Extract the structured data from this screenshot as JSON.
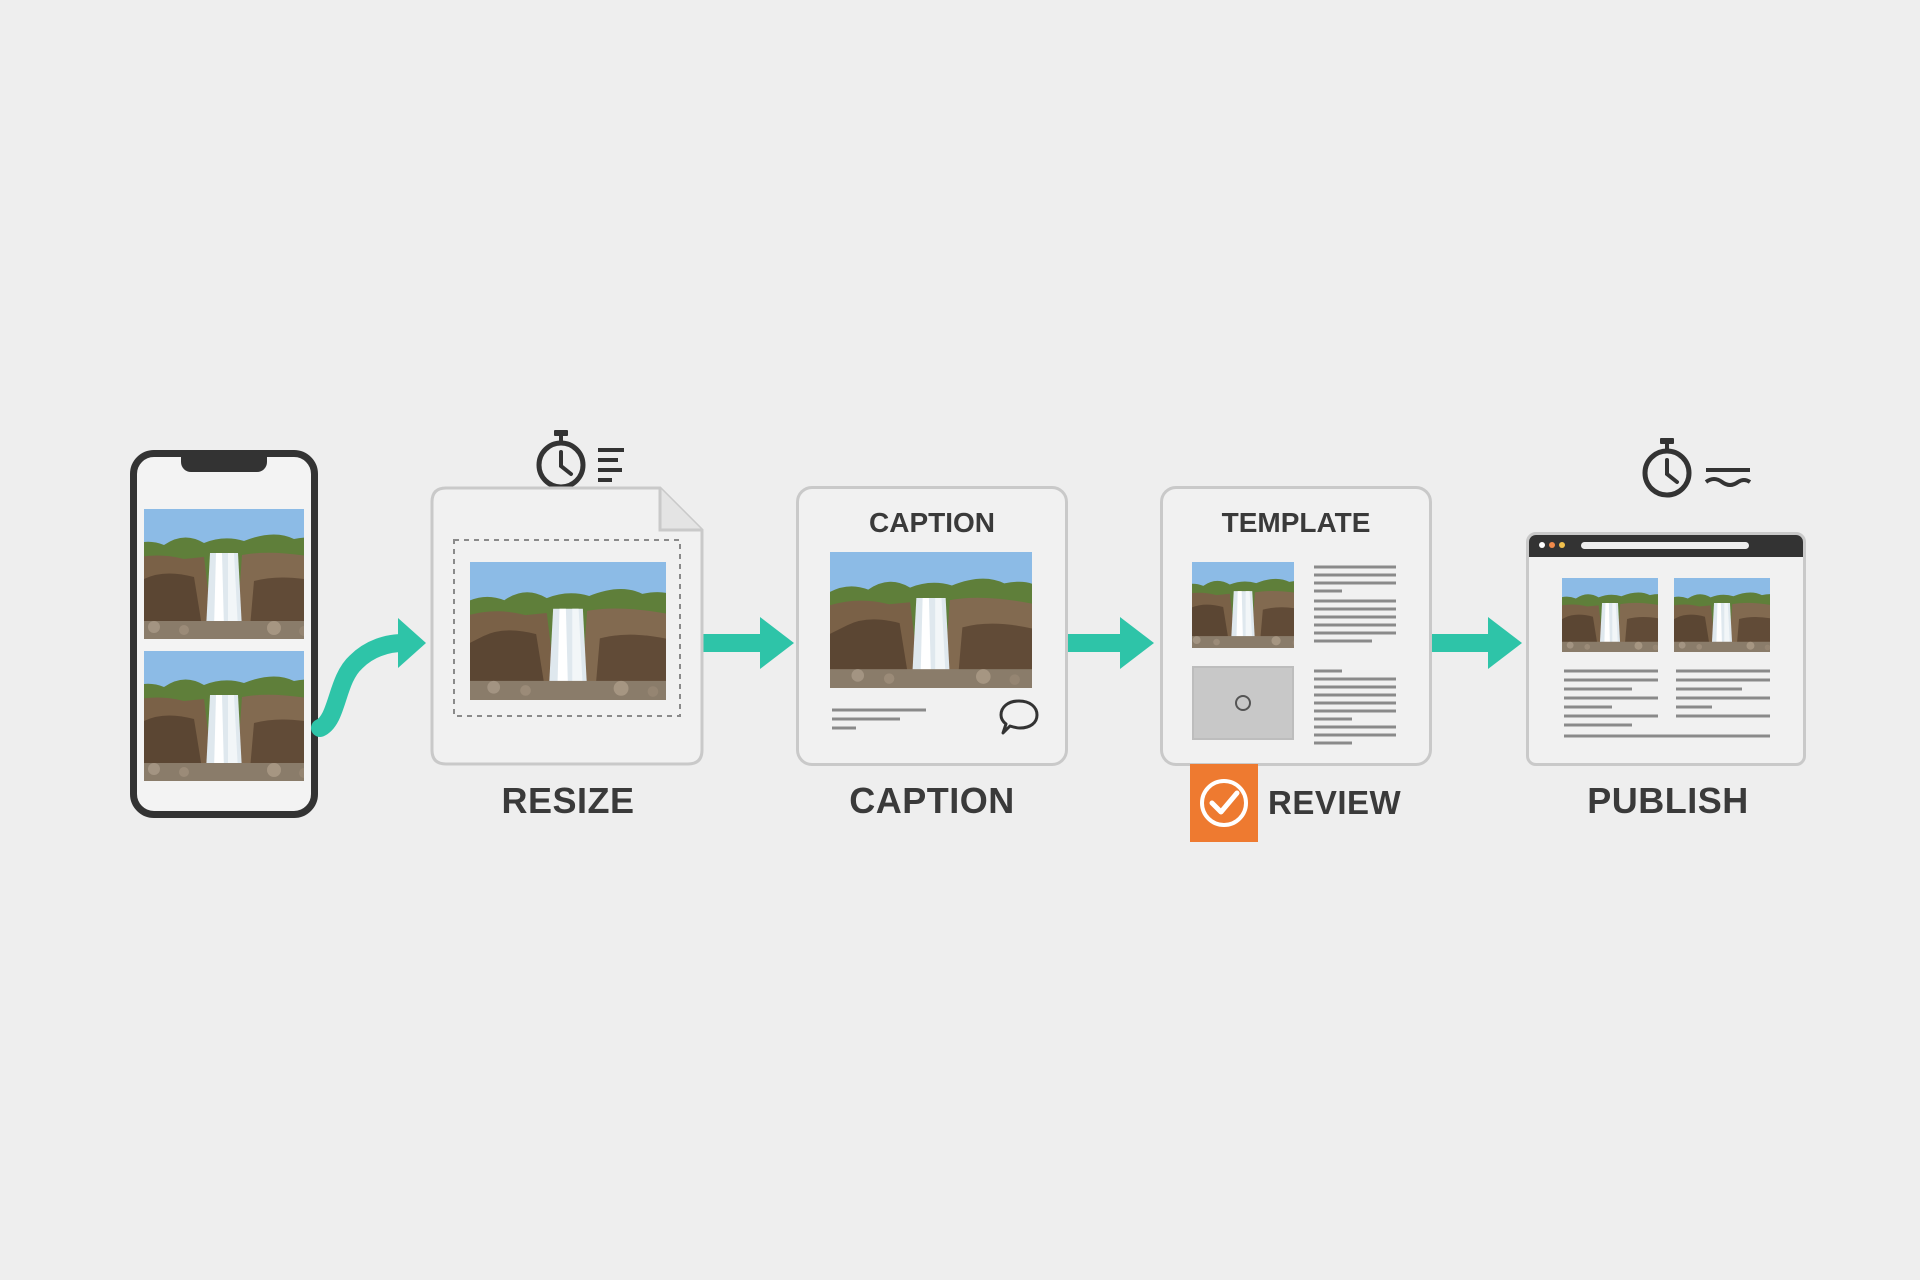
{
  "colors": {
    "background": "#eeeeee",
    "arrow": "#2ec4a8",
    "card_border": "#c9c9c9",
    "dark": "#333333",
    "review_badge": "#ee7a30"
  },
  "steps": {
    "source": {
      "icon": "smartphone-icon"
    },
    "resize": {
      "label": "RESIZE",
      "icon": "stopwatch-icon"
    },
    "caption": {
      "title": "CAPTION",
      "label": "CAPTION",
      "icon": "speech-bubble-icon"
    },
    "review": {
      "title": "TEMPLATE",
      "label": "REVIEW",
      "icon": "checkmark-badge-icon"
    },
    "publish": {
      "label": "PUBLISH",
      "icon": "stopwatch-icon"
    }
  }
}
